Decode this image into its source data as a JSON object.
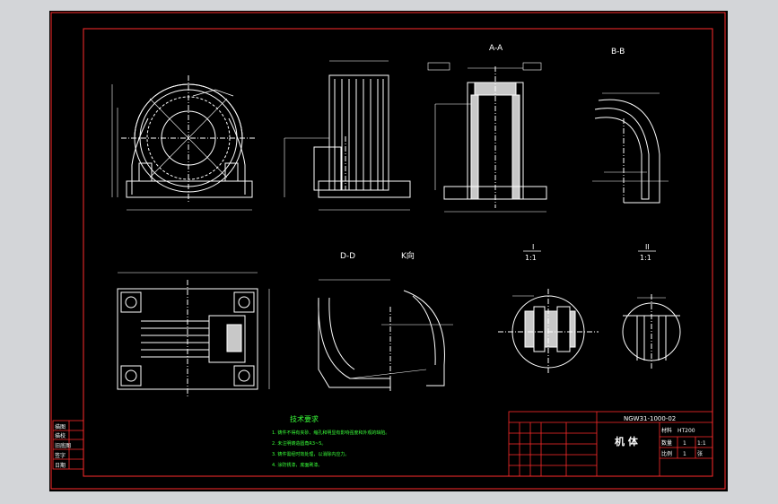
{
  "section_labels": {
    "aa": "A-A",
    "bb": "B-B",
    "dd": "D-D",
    "k": "K向",
    "i_top": "I",
    "i_bottom": "1:1",
    "ii_top": "II",
    "ii_bottom": "1:1"
  },
  "tech_requirements": {
    "title": "技术要求",
    "items": [
      "1. 铸件不得有夹砂、缩孔和明显有影响强度和外观的缺陷。",
      "2. 未注明铸造圆角R3~5。",
      "3. 铸件需经时效处理，以消除内应力。",
      "4. 涂防锈漆，底面刷漆。"
    ]
  },
  "title_block": {
    "drawing_no": "NGW31-1000-02",
    "part_name": "机 体",
    "material_label": "材料",
    "material": "HT200",
    "quantity_label": "数量",
    "quantity": "1",
    "scale_label": "比例",
    "scale": "1:1",
    "sheet_label": "张",
    "sheet": "1"
  },
  "left_column_labels": [
    "描图",
    "描校",
    "旧底图",
    "签字",
    "日期"
  ],
  "colors": {
    "sheet_bg": "#000000",
    "outer_bg": "#d3d5d8",
    "frame_red": "#ff2b2b",
    "line_white": "#ffffff",
    "text_green": "#39ff39",
    "hatch": "#c8c8c8"
  }
}
